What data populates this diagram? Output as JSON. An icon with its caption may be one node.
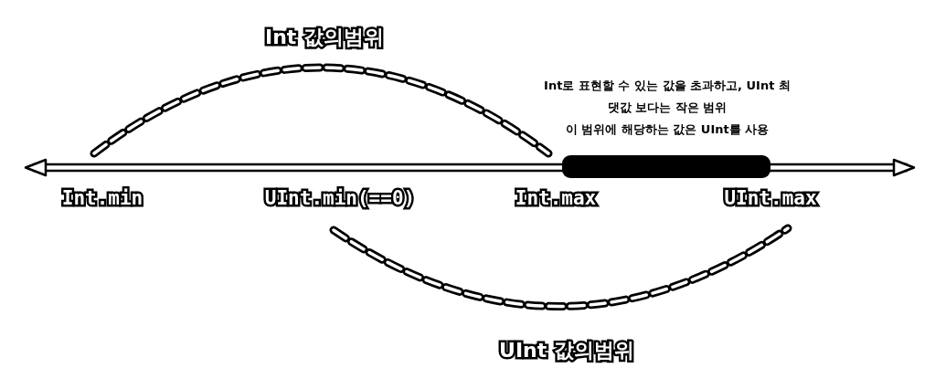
{
  "diagram": {
    "nodes": [
      {
        "text": [],
        "shape": "bar",
        "beside": [
          "Int로 표현할 수 있는 값을 초과하고, UInt 최댓값 보다는 작은 범위",
          "이 범위에 해당하는 값은 UInt를 사용"
        ]
      }
    ],
    "labels": [
      "Int 값의범위",
      "Int.min",
      "UInt.min(==0)",
      "Int.max",
      "UInt.max",
      "UInt 값의범위"
    ]
  }
}
